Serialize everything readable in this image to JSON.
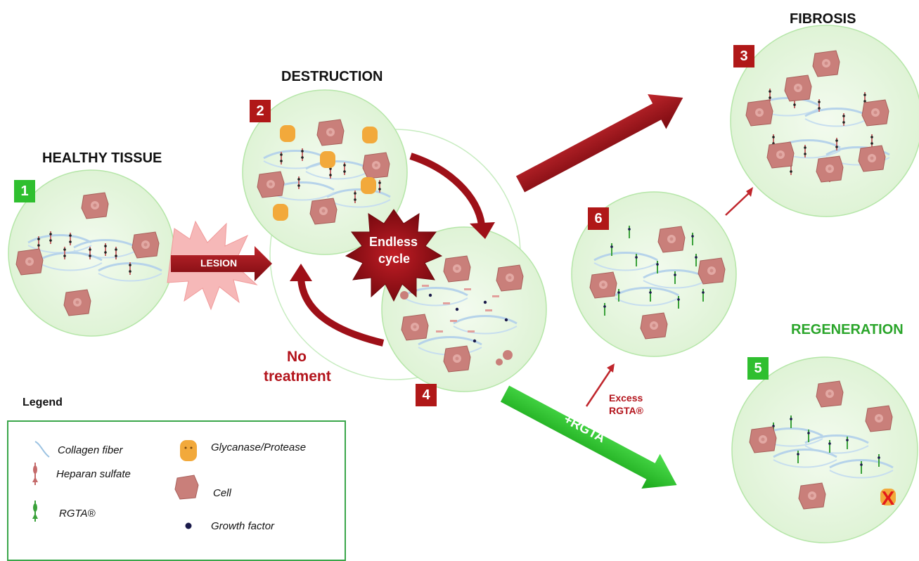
{
  "stages": {
    "healthy": {
      "title": "HEALTHY TISSUE",
      "number": "1"
    },
    "destruction": {
      "title": "DESTRUCTION",
      "number": "2"
    },
    "fibrosis": {
      "title": "FIBROSIS",
      "number": "3"
    },
    "degraded": {
      "number": "4"
    },
    "regeneration": {
      "title": "REGENERATION",
      "number": "5"
    },
    "excess": {
      "number": "6"
    }
  },
  "arrows": {
    "lesion": "LESION",
    "no_treatment_top": "No treatment",
    "no_treatment_bottom_line1": "No",
    "no_treatment_bottom_line2": "treatment",
    "rgta": "+RGTA",
    "excess_line1": "Excess",
    "excess_line2": "RGTA®",
    "cycle_line1": "Endless",
    "cycle_line2": "cycle"
  },
  "legend": {
    "title": "Legend",
    "items": {
      "collagen": "Collagen fiber",
      "heparan": "Heparan sulfate",
      "rgta": "RGTA®",
      "glycanase": "Glycanase/Protease",
      "cell": "Cell",
      "growth": "Growth factor"
    }
  },
  "colors": {
    "dark_red": "#9e1018",
    "green_arrow": "#2ecc2e",
    "tissue_fill": "#e3f6dc",
    "cell": "#c97f7a",
    "enzyme": "#f2a93b"
  }
}
